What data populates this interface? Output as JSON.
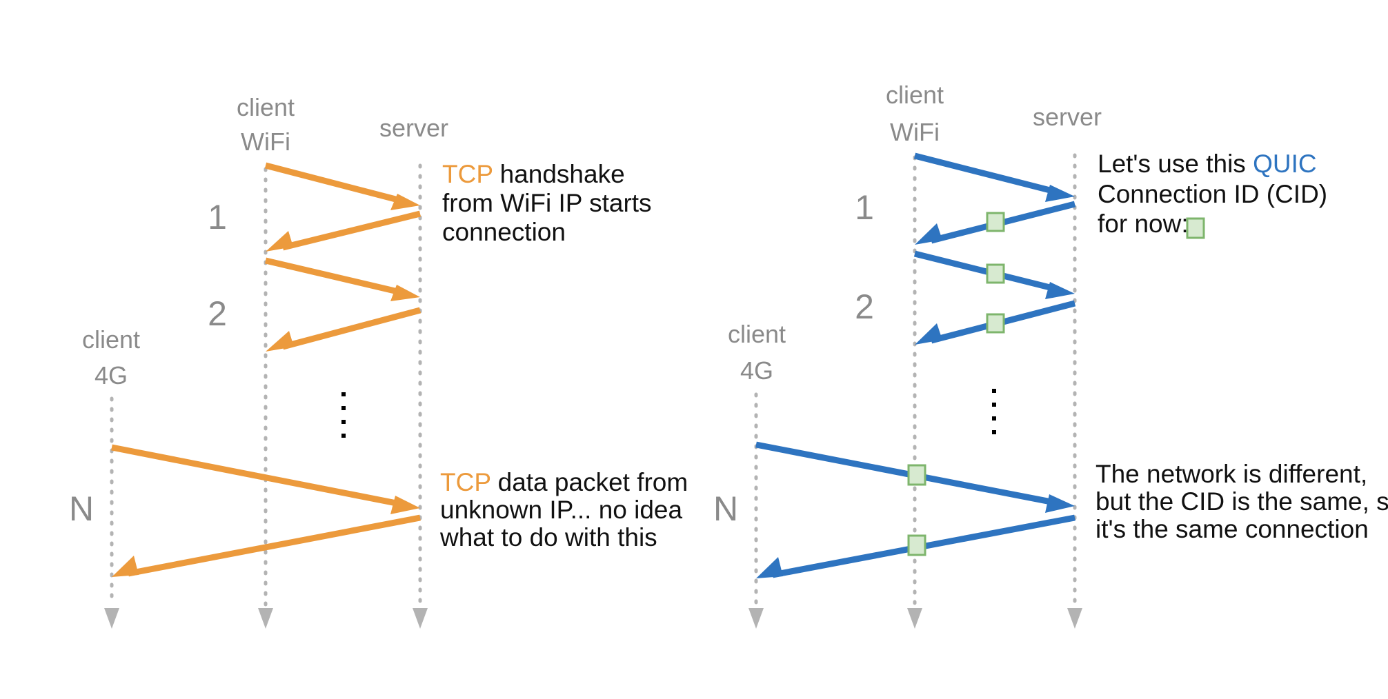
{
  "panels": {
    "tcp": {
      "lifelines": {
        "client_wifi": {
          "line1": "client",
          "line2": "WiFi"
        },
        "server": {
          "line1": "server"
        },
        "client_4g": {
          "line1": "client",
          "line2": "4G"
        }
      },
      "steps": {
        "s1": "1",
        "s2": "2",
        "sn": "N"
      },
      "notes": {
        "handshake": {
          "protocol": "TCP",
          "line1_rest": " handshake",
          "line2": "from WiFi IP starts",
          "line3": "connection"
        },
        "data_packet": {
          "protocol": "TCP",
          "line1_rest": " data packet from",
          "line2": "unknown IP... no idea",
          "line3": "what to do with this"
        }
      }
    },
    "quic": {
      "lifelines": {
        "client_wifi": {
          "line1": "client",
          "line2": "WiFi"
        },
        "server": {
          "line1": "server"
        },
        "client_4g": {
          "line1": "client",
          "line2": "4G"
        }
      },
      "steps": {
        "s1": "1",
        "s2": "2",
        "sn": "N"
      },
      "notes": {
        "cid_intro": {
          "line1_pre": "Let's use this ",
          "protocol": "QUIC",
          "line2": "Connection ID (CID)",
          "line3": "for now:"
        },
        "migration": {
          "line1": "The network is different,",
          "line2": "but the CID is the same, so",
          "line3": "it's the same connection"
        }
      }
    }
  },
  "colors": {
    "tcp": "#ec9a3c",
    "quic": "#2e74c0",
    "lifeline": "#b3b3b3",
    "cid_fill": "#d7ead0",
    "cid_stroke": "#7eb56c"
  }
}
